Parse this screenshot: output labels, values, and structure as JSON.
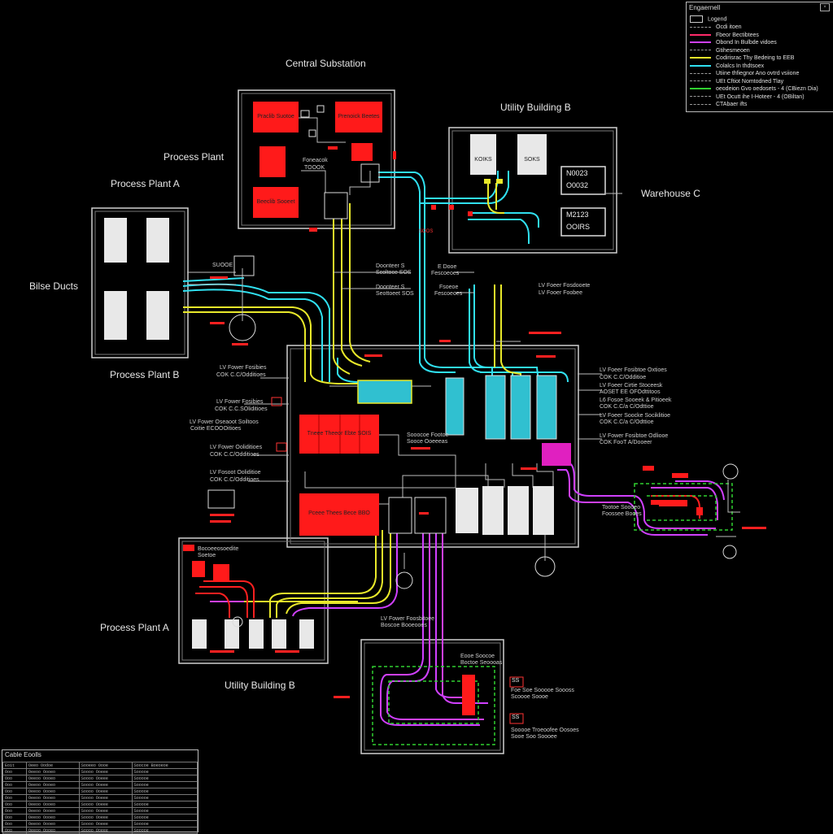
{
  "labels": {
    "central_substation": "Central Substation",
    "process_plant": "Process Plant",
    "process_plant_a_top": "Process Plant A",
    "process_plant_b": "Process Plant B",
    "bilse_ducts": "Bilse Ducts",
    "utility_building_b_top": "Utility Building B",
    "warehouse_c": "Warehouse C",
    "process_plant_a_bottom": "Process Plant A",
    "utility_building_b_bottom": "Utility Building B"
  },
  "substation_boxes": [
    "Praclib Suotoe",
    "Prenoick Beetes",
    "Beeclib Sooeet"
  ],
  "substation_center": [
    "Foneacok",
    "TOOOK"
  ],
  "utility_boxes": [
    "KOIKS",
    "SOKS"
  ],
  "warehouse_boxes": [
    [
      "N0023",
      "O0032"
    ],
    [
      "M2123",
      "OOIRS"
    ]
  ],
  "plant_a_node": "SUOOE",
  "main_boxes": [
    "Tneee Theeor  Ebte  SOIS",
    "Pceee Thees  Bece  BBO"
  ],
  "side_labels": [
    {
      "l1": "LV Fower Fosibies",
      "l2": "COK C.C/Odditioes"
    },
    {
      "l1": "LV Fower Fosibies",
      "l2": "COK C.C.SOliditioes"
    },
    {
      "l1": "LV Fower Oseaoot Soiltoos",
      "l2": "Coitie ECOOOitioes"
    },
    {
      "l1": "LV Fower Ooliditioes",
      "l2": "COK C.C/Odditioes"
    },
    {
      "l1": "LV Fosoot Ooliditioe",
      "l2": "COK C.C/Odditioes"
    }
  ],
  "right_labels": [
    {
      "l1": "LV Foeer Fosibtoe Oxtioes",
      "l2": "COK C.C/Odditioe"
    },
    {
      "l1": "LV Foeer Cirtie Stoceesk",
      "l2": "AOSET EE OFOdttitoos"
    },
    {
      "l1": "L6 Fosoe Sooeek & Pitioeek",
      "l2": "COK C.C/a C/Odttioe"
    },
    {
      "l1": "LV Foeer Soocke Sociklitioe",
      "l2": "COK C.C/a C/Odttioe"
    },
    {
      "l1": "LV Fower Fosibtoe Odliooe",
      "l2": "COK FooT A/Dooeer"
    }
  ],
  "mid_labels": [
    {
      "l1": "Doonteer S",
      "l2": "Scoltoce SOS"
    },
    {
      "l1": "E Dooe",
      "l2": "Fescoeoes"
    },
    {
      "l1": "Doonteer S",
      "l2": "Seottoeet SOS"
    },
    {
      "l1": "Fsoeoe",
      "l2": "Fescoeoes"
    },
    {
      "l1": "LV Foeer Fosdooete",
      "l2": "LV Fooer Foobee"
    },
    {
      "l1": "LV Fower Foosbitoee",
      "l2": "Boscoe Booeooes"
    },
    {
      "l1": "Tootoe Soooeo",
      "l2": "Foossee Booes"
    },
    {
      "l1": "Sooocoe Footoe",
      "l2": "Sooce Ooeeeas"
    },
    {
      "l1": "Bocoeeosoedite",
      "l2": "Soetoe"
    },
    {
      "l1": "Eooe Soocoe",
      "l2": "Boctoe Seoooas"
    },
    {
      "l1": "Foe Soe Sooooe Soooss",
      "l2": "Scoooe Soooe"
    },
    {
      "l1": "Sooooe Troeoofee Oosoes",
      "l2": "Sooe Soo Soooee"
    }
  ],
  "small_tags": [
    "SS",
    "SS",
    "SOOS"
  ],
  "legend": {
    "title": "Engaernell",
    "heading": "Logend",
    "rows": [
      {
        "text": "Ocdi itoen",
        "color": ""
      },
      {
        "text": "Fbeor Bectibtees",
        "color": "#ff2a6a"
      },
      {
        "text": "Obond In Bulbde vidoes",
        "color": "#d040ff"
      },
      {
        "text": "Gtihesmeoen",
        "color": ""
      },
      {
        "text": "Codirisrac Thy Bedeing to EEB",
        "color": "#e8e82a"
      },
      {
        "text": "Colalcs In thdtsoex",
        "color": "#30e0f0"
      },
      {
        "text": "Utiine thfiegnor Ano ovtrd vsiione",
        "color": ""
      },
      {
        "text": "UEt Cftiot Nomtodned Tlay",
        "color": ""
      },
      {
        "text": "oeodeion Gvo oedosets - 4 (CBiezn Dia)",
        "color": "#30d030"
      },
      {
        "text": "UEt Ocutt ihe I-Hoteer - 4 (OBiltan)",
        "color": ""
      },
      {
        "text": "CTAbaer ifts",
        "color": ""
      }
    ]
  },
  "cable_table": {
    "title": "Cable Eoolls",
    "header": [
      "Eoit",
      "Oeeo Oodoe",
      "Sooeeo Oooe",
      "Soocoe Boeoeoe"
    ],
    "rows": [
      [
        "Ooo",
        "Oeeoo Oooeo",
        "Soooo Ooeee",
        "Sooooe"
      ],
      [
        "Ooo",
        "Oeeoo Oooeo",
        "Soooo Ooeee",
        "Sooooe"
      ],
      [
        "Ooo",
        "Oeeoo Oooeo",
        "Soooo Ooeee",
        "Sooooe"
      ],
      [
        "Ooo",
        "Oeeoo Oooeo",
        "Soooo Ooeee",
        "Sooooe"
      ],
      [
        "Ooo",
        "Oeeoo Oooeo",
        "Soooo Ooeee",
        "Sooooe"
      ],
      [
        "Ooo",
        "Oeeoo Oooeo",
        "Soooo Ooeee",
        "Sooooe"
      ],
      [
        "Ooo",
        "Oeeoo Oooeo",
        "Soooo Ooeee",
        "Sooooe"
      ],
      [
        "Ooo",
        "Oeeoo Oooeo",
        "Soooo Ooeee",
        "Sooooe"
      ],
      [
        "Ooo",
        "Oeeoo Oooeo",
        "Soooo Ooeee",
        "Sooooe"
      ],
      [
        "Ooo",
        "Oeeoo Oooeo",
        "Soooo Ooeee",
        "Sooooe"
      ]
    ]
  },
  "colors": {
    "cyan": "#30e0f0",
    "yellow": "#e8e82a",
    "magenta": "#d040ff",
    "red": "#ff2020",
    "green": "#30d030",
    "frame": "#cfcfcf"
  }
}
